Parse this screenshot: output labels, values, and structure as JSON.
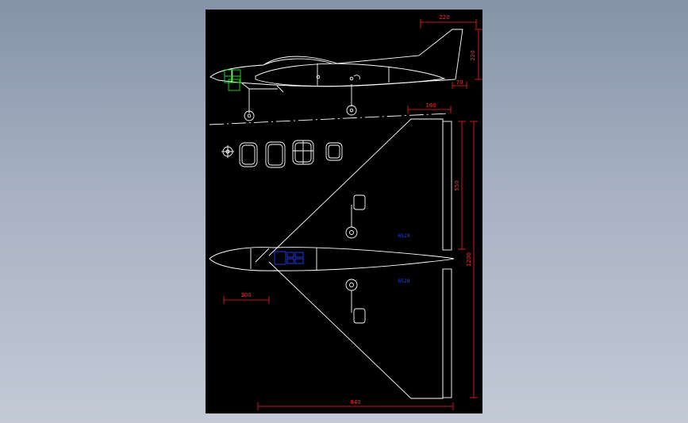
{
  "drawing": {
    "background_color": "#000000",
    "line_color": "#ffffff",
    "dim_color": "#ff2020",
    "highlight_color": "#19e619",
    "blue_color": "#2040ff"
  },
  "dimensions": {
    "fin_top_width": "220",
    "fin_height": "220",
    "fin_base": "70",
    "elevon_width": "180",
    "elevon_length": "550",
    "overall_length": "1200",
    "nose_length": "300",
    "span": "840"
  },
  "labels": {
    "upper_blue": "6518",
    "lower_blue": "6528"
  }
}
